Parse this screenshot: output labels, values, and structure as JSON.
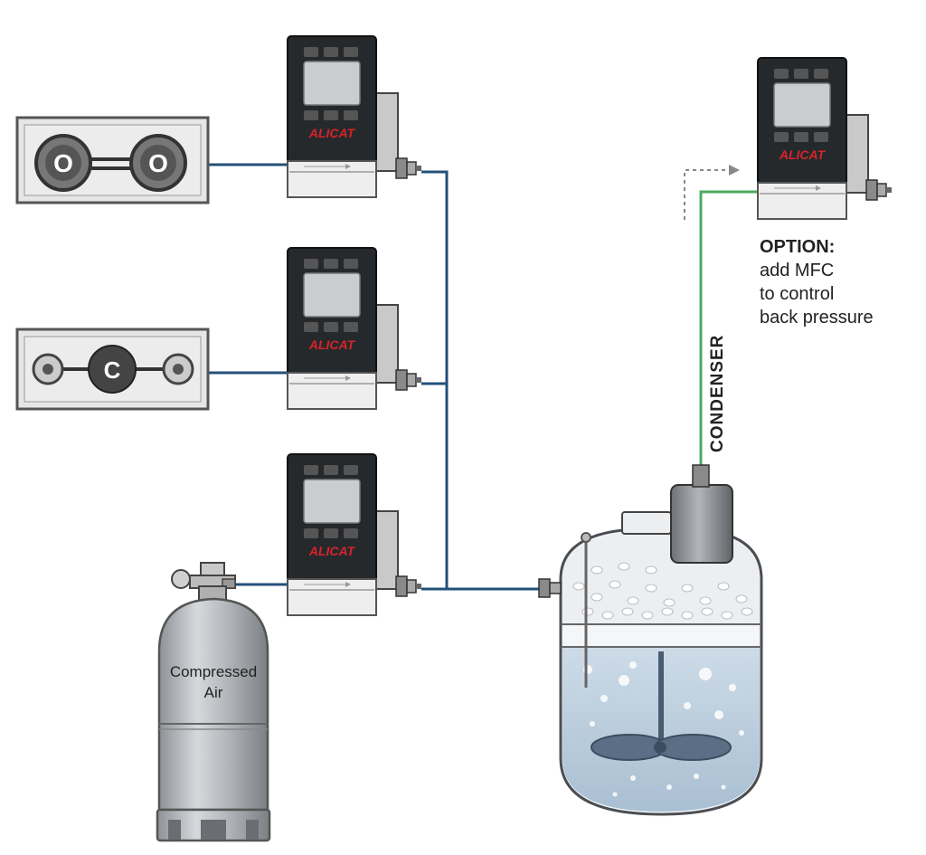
{
  "colors": {
    "supply_line": "#23507a",
    "condenser_line": "#4caa5f",
    "mfc_body": "#26292c",
    "mfc_screen": "#c9cdd0",
    "mfc_brand": "#d6232a",
    "tank": "#b9bdc2",
    "liquid": "#bcd0e0"
  },
  "molecules": [
    {
      "name": "oxygen",
      "atoms": [
        "O",
        "O"
      ]
    },
    {
      "name": "carbon-monoxide",
      "atoms": [
        "C"
      ]
    }
  ],
  "mfc_brand": "ALICAT",
  "tank": {
    "line1": "Compressed",
    "line2": "Air"
  },
  "condenser_label": "CONDENSER",
  "option": {
    "title": "OPTION:",
    "lines": [
      "add MFC",
      "to control",
      "back pressure"
    ]
  }
}
